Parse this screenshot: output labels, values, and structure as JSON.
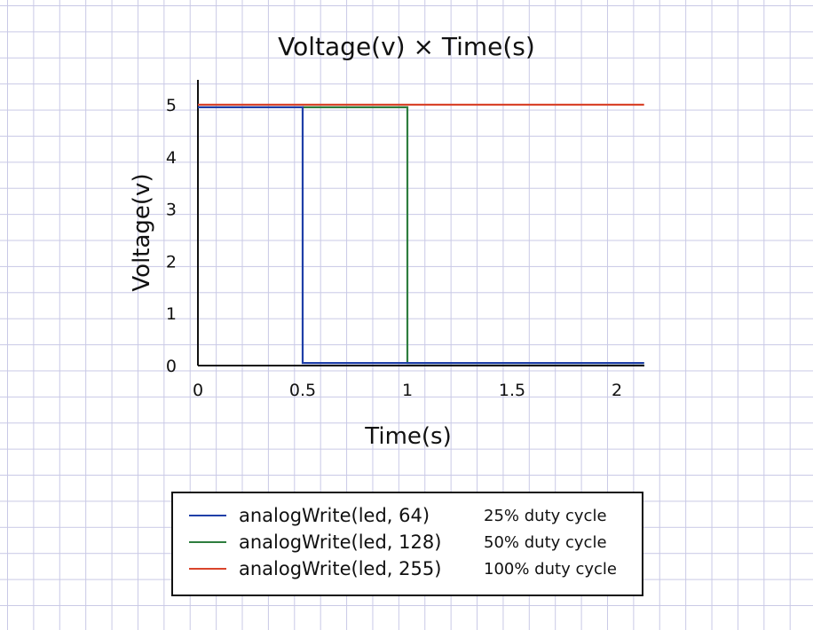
{
  "chart_data": {
    "type": "line",
    "title": "Voltage(v) × Time(s)",
    "xlabel": "Time(s)",
    "ylabel": "Voltage(v)",
    "xlim": [
      0,
      2.13
    ],
    "ylim": [
      0,
      5.5
    ],
    "x_ticks": [
      0,
      0.5,
      1,
      1.5,
      2
    ],
    "x_tick_labels": [
      "0",
      "0.5",
      "1",
      "1.5",
      "2"
    ],
    "y_ticks": [
      0,
      1,
      2,
      3,
      4,
      5
    ],
    "y_tick_labels": [
      "0",
      "1",
      "2",
      "3",
      "4",
      "5"
    ],
    "grid": false,
    "legend_position": "bottom-center",
    "series": [
      {
        "name": "analogWrite(led, 64)",
        "description": "25% duty cycle",
        "color": "#1f3fa8",
        "x": [
          0,
          0.5,
          0.5,
          2.13
        ],
        "y": [
          4.95,
          4.95,
          0.05,
          0.05
        ]
      },
      {
        "name": "analogWrite(led, 128)",
        "description": "50% duty cycle",
        "color": "#2e7d3e",
        "x": [
          0.5,
          1,
          1,
          2.13
        ],
        "y": [
          4.95,
          4.95,
          0.05,
          0.05
        ]
      },
      {
        "name": "analogWrite(led, 255)",
        "description": "100% duty cycle",
        "color": "#d9442b",
        "x": [
          0,
          2.13
        ],
        "y": [
          5,
          5
        ]
      }
    ]
  }
}
